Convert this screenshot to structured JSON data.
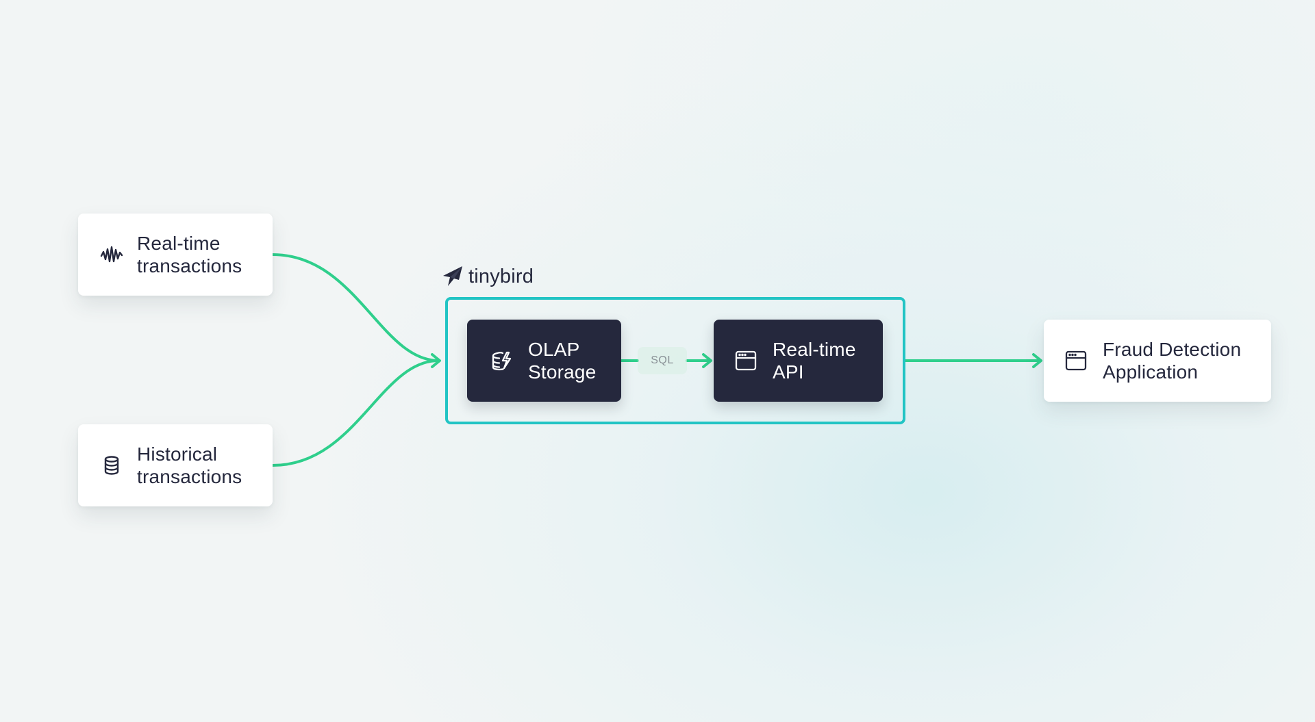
{
  "colors": {
    "connector": "#2fcf8c",
    "frame_border": "#22c4c4",
    "dark_card": "#25283d",
    "light_card": "#ffffff",
    "text_dark": "#25283d",
    "sql_chip_text": "#8a9297"
  },
  "brand": {
    "name": "tinybird",
    "icon": "bird-logo-icon"
  },
  "sources": [
    {
      "label_line1": "Real-time",
      "label_line2": "transactions",
      "icon": "signal-wave-icon"
    },
    {
      "label_line1": "Historical",
      "label_line2": "transactions",
      "icon": "database-icon"
    }
  ],
  "tinybird_nodes": [
    {
      "label_line1": "OLAP",
      "label_line2": "Storage",
      "icon": "storage-lightning-icon"
    },
    {
      "label_line1": "Real-time",
      "label_line2": "API",
      "icon": "browser-window-icon"
    }
  ],
  "edge_label": "SQL",
  "destination": {
    "label_line1": "Fraud Detection",
    "label_line2": "Application",
    "icon": "browser-window-icon"
  }
}
